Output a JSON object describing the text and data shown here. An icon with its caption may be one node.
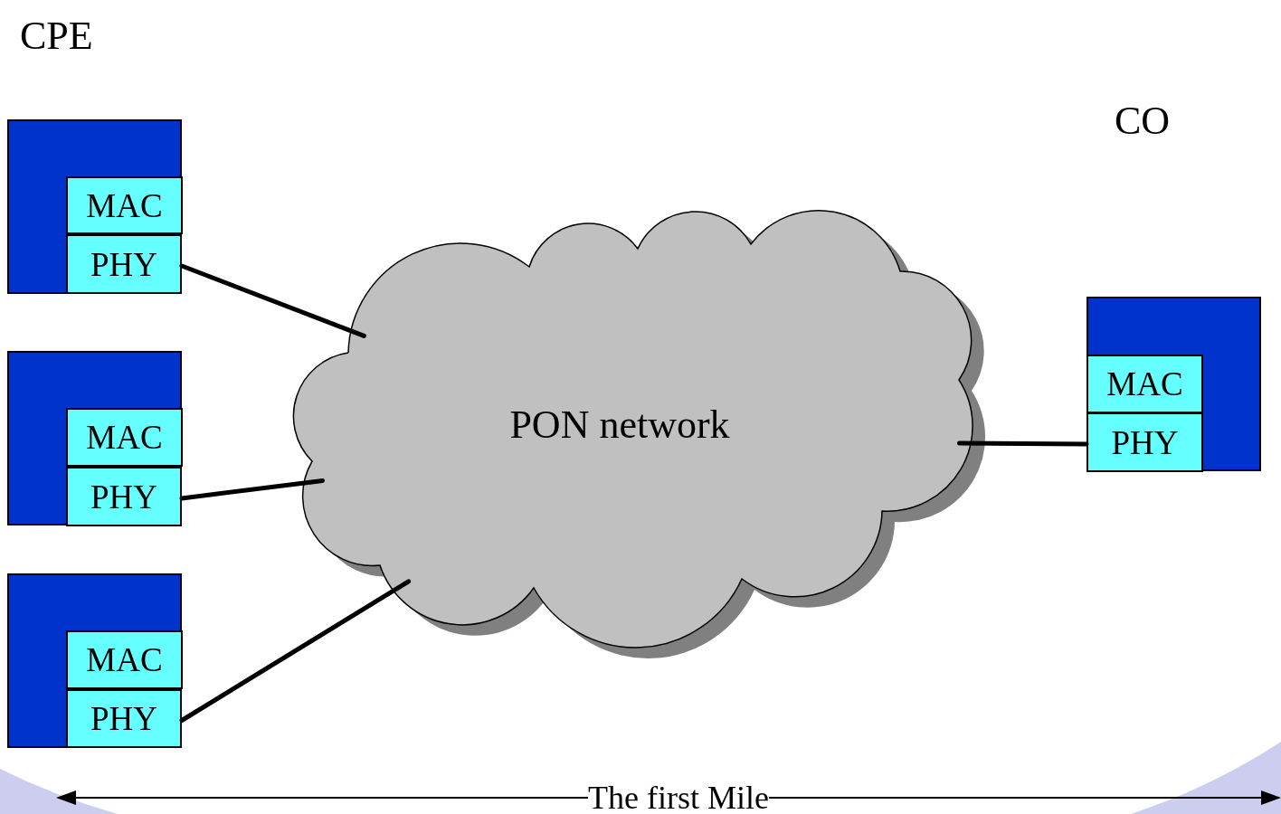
{
  "diagram": {
    "nodes": [
      {
        "text": [],
        "shape": "box"
      },
      {
        "text": [
          "MAC"
        ],
        "in": 0
      },
      {
        "text": [
          "PHY"
        ],
        "in": 0
      },
      {
        "text": [],
        "shape": "box"
      },
      {
        "text": [
          "MAC"
        ],
        "in": 3
      },
      {
        "text": [
          "PHY"
        ],
        "in": 3
      },
      {
        "text": [],
        "shape": "box"
      },
      {
        "text": [
          "MAC"
        ],
        "in": 6
      },
      {
        "text": [
          "PHY"
        ],
        "in": 6
      },
      {
        "text": [
          "PON network"
        ]
      },
      {
        "text": [],
        "shape": "box"
      },
      {
        "text": [
          "MAC"
        ],
        "in": 10
      },
      {
        "text": [
          "PHY"
        ],
        "in": 10
      }
    ],
    "edges": [
      {
        "from": 2,
        "to": 9,
        "arrow": "none"
      },
      {
        "from": 5,
        "to": 9,
        "arrow": "none"
      },
      {
        "from": 8,
        "to": 9,
        "arrow": "none"
      },
      {
        "from": 12,
        "to": 9,
        "arrow": "none"
      }
    ],
    "labels": [
      "CPE",
      "CO",
      "The first Mile"
    ]
  }
}
